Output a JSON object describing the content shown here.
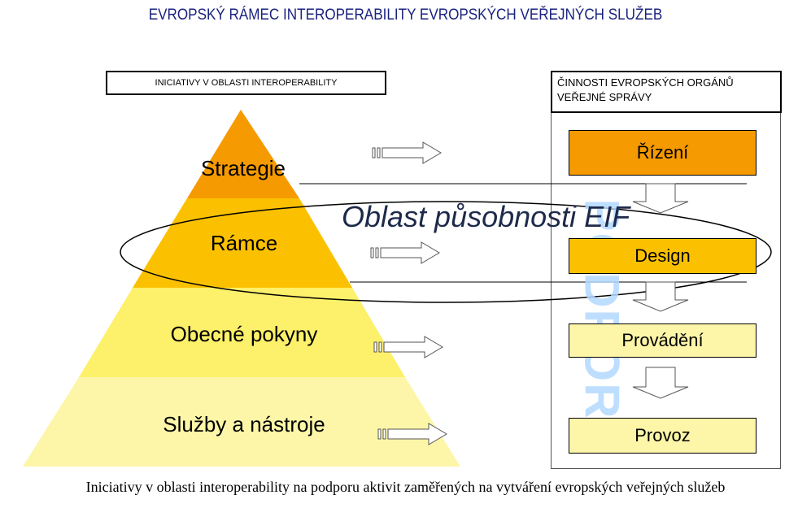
{
  "title": "EVROPSKÝ RÁMEC INTEROPERABILITY EVROPSKÝCH VEŘEJNÝCH SLUŽEB",
  "left_header": "INICIATIVY V OBLASTI INTEROPERABILITY",
  "right_header": "ČINNOSTI EVROPSKÝCH ORGÁNŮ VEŘEJNÉ SPRÁVY",
  "pyramid": [
    {
      "label": "Strategie",
      "color": "#f59a00"
    },
    {
      "label": "Rámce",
      "color": "#fbc100"
    },
    {
      "label": "Obecné pokyny",
      "color": "#fdf06a"
    },
    {
      "label": "Služby a nástroje",
      "color": "#fdf6a8"
    }
  ],
  "activities": [
    {
      "label": "Řízení",
      "color": "#f59a00"
    },
    {
      "label": "Design",
      "color": "#fbc100"
    },
    {
      "label": "Provádění",
      "color": "#fdf6a8"
    },
    {
      "label": "Provoz",
      "color": "#fdf6a8"
    }
  ],
  "support_label": "PODPORA",
  "scope_label": "Oblast působnosti EIF",
  "caption": "Iniciativy v oblasti interoperability na podporu aktivit zaměřených na vytváření evropských veřejných služeb"
}
